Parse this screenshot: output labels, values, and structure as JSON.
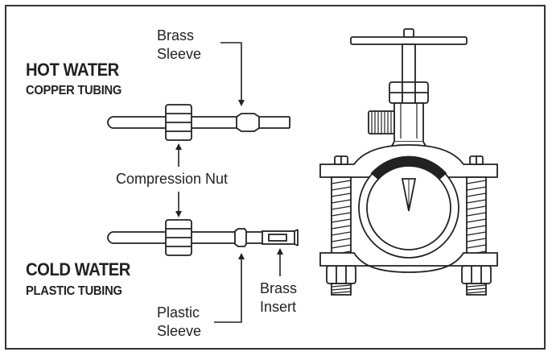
{
  "labels": {
    "hot_water": "HOT WATER",
    "copper_tubing": "COPPER TUBING",
    "cold_water": "COLD WATER",
    "plastic_tubing": "PLASTIC TUBING",
    "brass_sleeve_1": "Brass",
    "brass_sleeve_2": "Sleeve",
    "compression_nut": "Compression Nut",
    "plastic_sleeve_1": "Plastic",
    "plastic_sleeve_2": "Sleeve",
    "brass_insert_1": "Brass",
    "brass_insert_2": "Insert"
  }
}
